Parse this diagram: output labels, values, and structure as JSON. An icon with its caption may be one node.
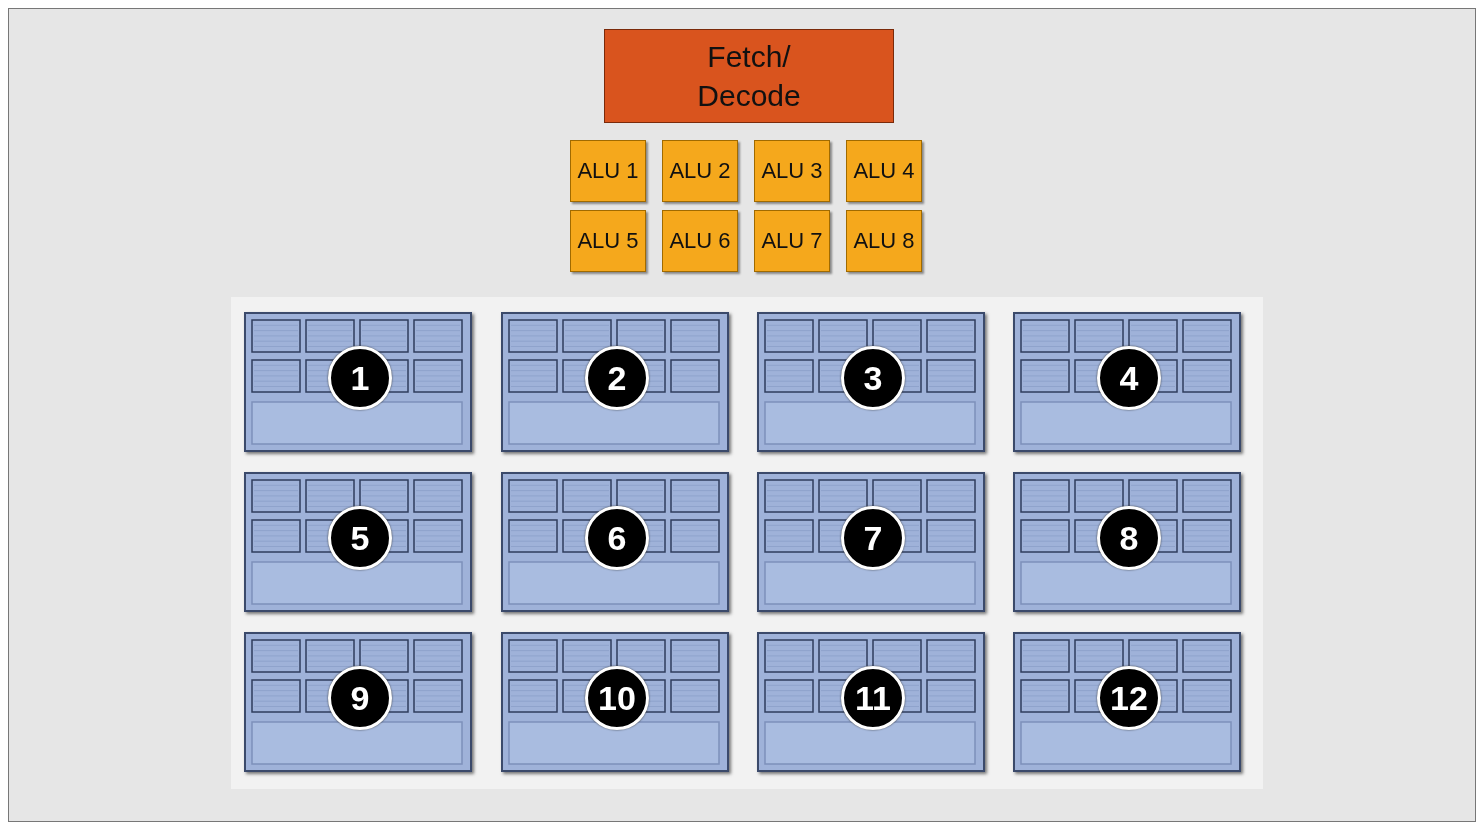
{
  "diagram": {
    "nodes": [
      {
        "text": [
          "Fetch/ Decode"
        ]
      },
      {
        "text": [
          "ALU 1"
        ]
      },
      {
        "text": [
          "ALU 2"
        ]
      },
      {
        "text": [
          "ALU 3"
        ]
      },
      {
        "text": [
          "ALU 4"
        ]
      },
      {
        "text": [
          "ALU 5"
        ]
      },
      {
        "text": [
          "ALU 6"
        ]
      },
      {
        "text": [
          "ALU 7"
        ]
      },
      {
        "text": [
          "ALU 8"
        ]
      },
      {
        "text": [],
        "shape": "box"
      },
      {
        "text": [],
        "shape": "box",
        "in": 9
      },
      {
        "text": [
          "1"
        ],
        "in": 10
      },
      {
        "text": [],
        "shape": "box",
        "in": 9
      },
      {
        "text": [
          "2"
        ],
        "in": 12
      },
      {
        "text": [],
        "shape": "box",
        "in": 9
      },
      {
        "text": [
          "3"
        ],
        "in": 14
      },
      {
        "text": [],
        "shape": "box",
        "in": 9
      },
      {
        "text": [
          "4"
        ],
        "in": 16
      },
      {
        "text": [],
        "shape": "box",
        "in": 9
      },
      {
        "text": [
          "5"
        ],
        "in": 18
      },
      {
        "text": [],
        "shape": "box",
        "in": 9
      },
      {
        "text": [
          "6"
        ],
        "in": 20
      },
      {
        "text": [],
        "shape": "box",
        "in": 9
      },
      {
        "text": [
          "7"
        ],
        "in": 22
      },
      {
        "text": [],
        "shape": "box",
        "in": 9
      },
      {
        "text": [
          "8"
        ],
        "in": 24
      },
      {
        "text": [],
        "shape": "box",
        "in": 9
      },
      {
        "text": [
          "9"
        ],
        "in": 26
      },
      {
        "text": [],
        "shape": "box",
        "in": 9
      },
      {
        "text": [
          "10"
        ],
        "in": 28
      },
      {
        "text": [],
        "shape": "box",
        "in": 9
      },
      {
        "text": [
          "11"
        ],
        "in": 30
      },
      {
        "text": [],
        "shape": "box",
        "in": 9
      },
      {
        "text": [
          "12"
        ],
        "in": 32
      }
    ],
    "edges": []
  }
}
